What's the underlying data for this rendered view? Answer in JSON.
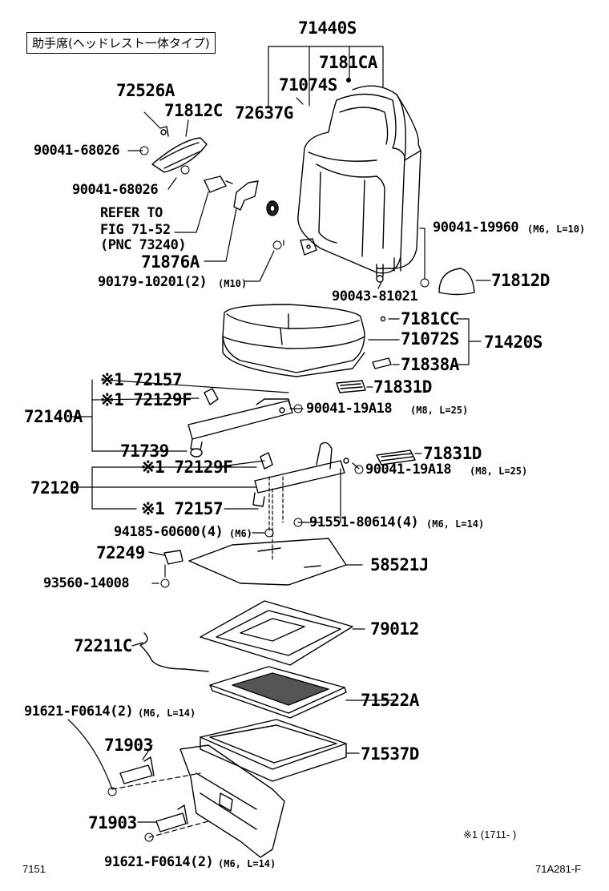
{
  "title": "助手席(ヘッドレスト一体タイプ)",
  "footer_left": "7151",
  "footer_right": "71A281-F",
  "note": "※1 (1711-      )",
  "callouts": {
    "c71440S": "71440S",
    "c7181CA": "7181CA",
    "c71074S": "71074S",
    "c72637G": "72637G",
    "c72526A": "72526A",
    "c71812C": "71812C",
    "c90041_68026_a": "90041-68026",
    "c90041_68026_b": "90041-68026",
    "refer1": "REFER TO",
    "refer2": "FIG 71-52",
    "refer3": "(PNC 73240)",
    "c71876A": "71876A",
    "c90179": "90179-10201(2)",
    "c90179_sub": "(M10)",
    "c90041_19960": "90041-19960",
    "c90041_19960_sub": "(M6, L=10)",
    "c90043": "90043-81021",
    "c71812D": "71812D",
    "c7181CC": "7181CC",
    "c71072S": "71072S",
    "c71420S": "71420S",
    "c71838A": "71838A",
    "c71831D_a": "71831D",
    "c72157_a": "※1 72157",
    "c72129F_a": "※1 72129F",
    "c72140A": "72140A",
    "c90041_19A18_a": "90041-19A18",
    "c90041_19A18_a_sub": "(M8, L=25)",
    "c71739": "71739",
    "c71831D_b": "71831D",
    "c72129F_b": "※1 72129F",
    "c90041_19A18_b": "90041-19A18",
    "c90041_19A18_b_sub": "(M8, L=25)",
    "c72120": "72120",
    "c72157_b": "※1 72157",
    "c91551": "91551-80614(4)",
    "c91551_sub": "(M6, L=14)",
    "c94185": "94185-60600(4)",
    "c94185_sub": "(M6)",
    "c72249": "72249",
    "c58521J": "58521J",
    "c93560": "93560-14008",
    "c79012": "79012",
    "c72211C": "72211C",
    "c71522A": "71522A",
    "c91621_a": "91621-F0614(2)",
    "c91621_a_sub": "(M6, L=14)",
    "c71903_a": "71903",
    "c71537D": "71537D",
    "c71903_b": "71903",
    "c91621_b": "91621-F0614(2)",
    "c91621_b_sub": "(M6, L=14)"
  }
}
